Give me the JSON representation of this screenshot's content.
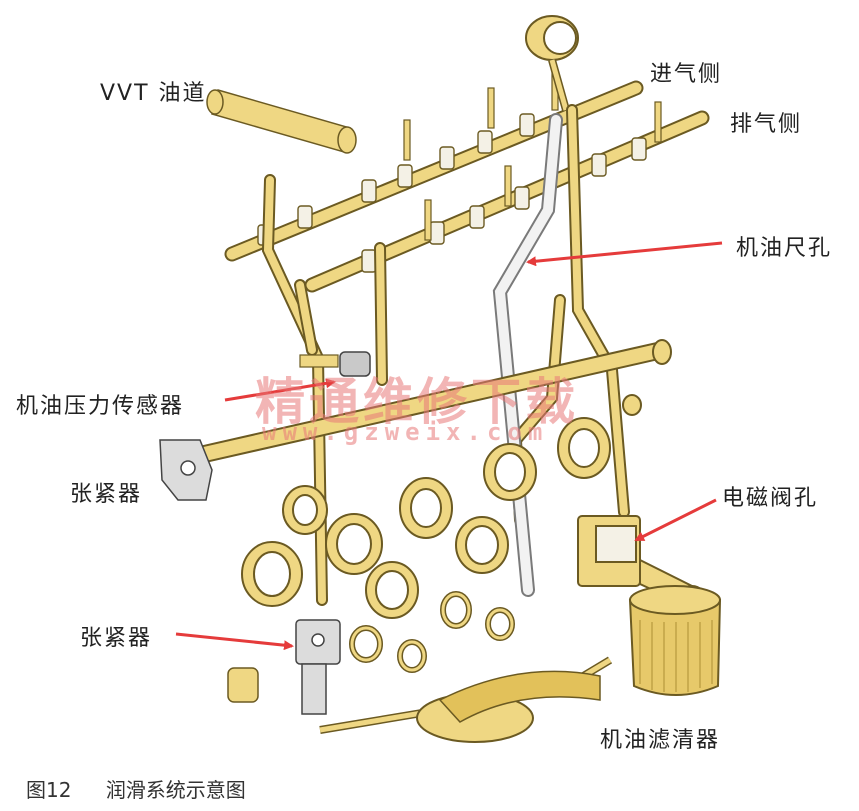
{
  "labels": {
    "vvt": "VVT 油道",
    "intake": "进气侧",
    "exhaust": "排气侧",
    "dipstick": "机油尺孔",
    "pressure_sensor": "机油压力传感器",
    "tensioner_upper": "张紧器",
    "solenoid": "电磁阀孔",
    "tensioner_lower": "张紧器",
    "filter": "机油滤清器"
  },
  "caption": {
    "number": "图12",
    "title": "润滑系统示意图"
  },
  "watermark": {
    "cn": "精通维修下载",
    "url": "www.gzweix.com"
  },
  "colors": {
    "pipe": "#efd783",
    "pipe_outline": "#6b5a22",
    "arrow": "#e53b3b",
    "filter": "#e7c96a",
    "dipstick": "#f2f2f2"
  }
}
